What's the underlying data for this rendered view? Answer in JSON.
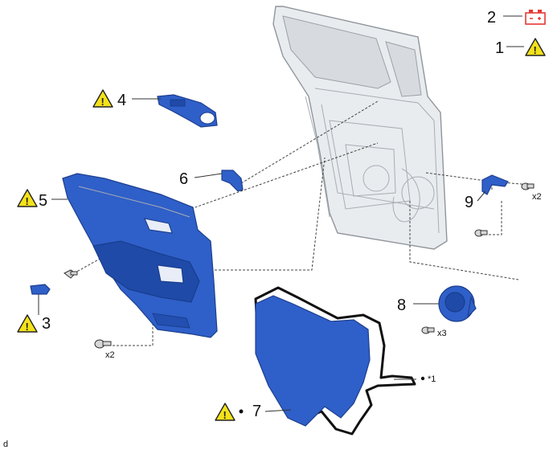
{
  "callouts": {
    "c1": "1",
    "c2": "2",
    "c3": "3",
    "c4": "4",
    "c5": "5",
    "c6": "6",
    "c7": "7",
    "c8": "8",
    "c9": "9"
  },
  "quantities": {
    "q_clip_x2": "x2",
    "q_screw_x2": "x2",
    "q_speaker_x3": "x3"
  },
  "note_ref": "*1",
  "corner_mark": "d",
  "icons": [
    "warning-icon",
    "battery-icon",
    "bullet-icon"
  ],
  "colors": {
    "part_blue": "#2f5fc8",
    "warning_yellow": "#f3e21a",
    "battery_red": "#e53935",
    "door_gray": "#e9ecef"
  }
}
